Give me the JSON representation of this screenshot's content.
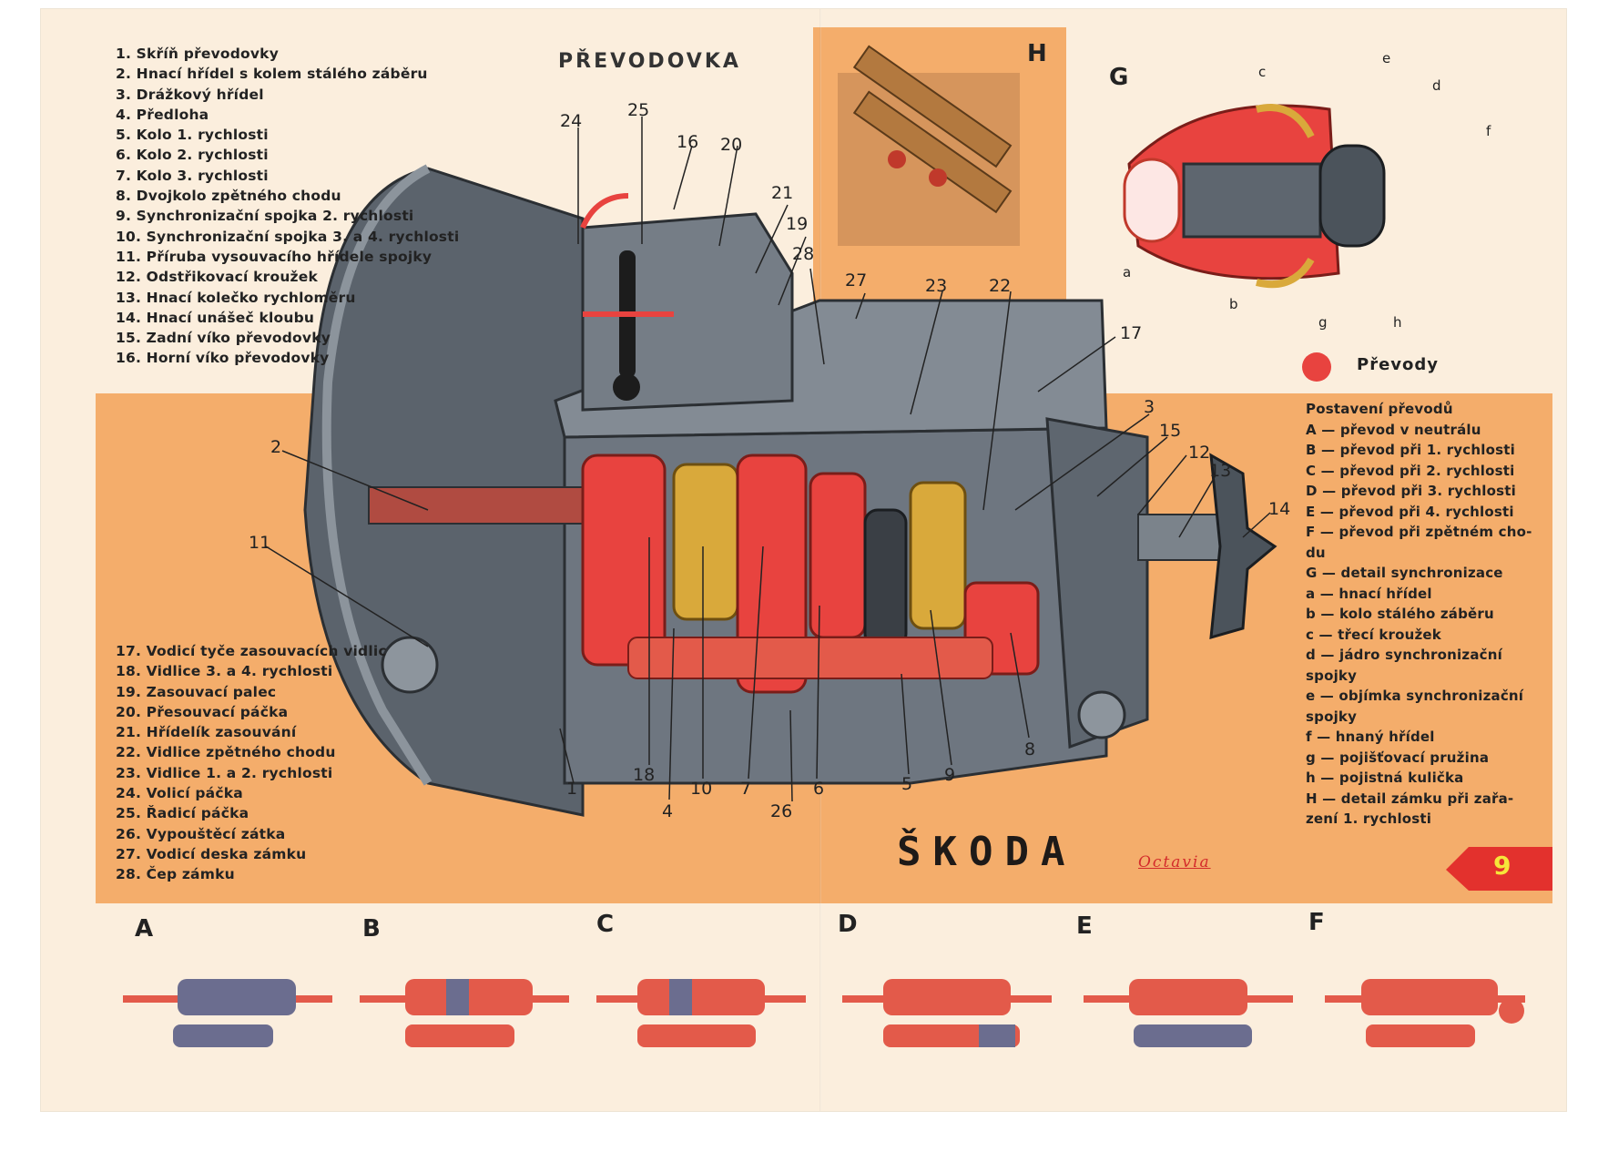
{
  "title": "PŘEVODOVKA",
  "legend_parts_1": [
    "1. Skříň převodovky",
    "2. Hnací hřídel s kolem stálého záběru",
    "3. Drážkový hřídel",
    "4. Předloha",
    "5. Kolo 1. rychlosti",
    "6. Kolo 2. rychlosti",
    "7. Kolo 3. rychlosti",
    "8. Dvojkolo zpětného chodu",
    "9. Synchronizační spojka 2. rychlosti",
    "10. Synchronizační spojka 3. a 4. rychlosti",
    "11. Příruba vysouvacího hřídele spojky",
    "12. Odstřikovací kroužek",
    "13. Hnací kolečko rychloměru",
    "14. Hnací unášeč kloubu",
    "15. Zadní víko převodovky",
    "16. Horní víko převodovky"
  ],
  "legend_parts_2": [
    "17. Vodicí tyče zasouvacích vidlic",
    "18. Vidlice 3. a 4. rychlosti",
    "19. Zasouvací palec",
    "20. Přesouvací páčka",
    "21. Hřídelík zasouvání",
    "22. Vidlice zpětného chodu",
    "23. Vidlice 1. a 2. rychlosti",
    "24. Volicí páčka",
    "25. Řadicí páčka",
    "26. Vypouštěcí zátka",
    "27. Vodicí deska zámku",
    "28. Čep zámku"
  ],
  "legend_positions": [
    "Postavení převodů",
    "A — převod v neutrálu",
    "B — převod při 1. rychlosti",
    "C — převod při 2. rychlosti",
    "D — převod při 3. rychlosti",
    "E — převod při 4. rychlosti",
    "F — převod při zpětném cho-",
    "du",
    "G — detail synchronizace",
    "a — hnací hřídel",
    "b — kolo stálého záběru",
    "c — třecí kroužek",
    "d — jádro synchronizační",
    "spojky",
    "e — objímka synchronizační",
    "spojky",
    "f — hnaný hřídel",
    "g — pojišťovací pružina",
    "h — pojistná kulička",
    "H — detail zámku při zařa-",
    "zení 1. rychlosti"
  ],
  "detail_labels": {
    "h": "H",
    "g": "G"
  },
  "g_letters": [
    "a",
    "b",
    "c",
    "d",
    "e",
    "f",
    "g",
    "h"
  ],
  "gear_legend": "Převody",
  "brand": "ŠKODA",
  "brand_script": "Octavia",
  "page_number": "9",
  "callouts": [
    "1",
    "2",
    "3",
    "4",
    "5",
    "6",
    "7",
    "8",
    "9",
    "10",
    "11",
    "12",
    "13",
    "14",
    "15",
    "16",
    "17",
    "18",
    "19",
    "20",
    "21",
    "22",
    "23",
    "24",
    "25",
    "26",
    "27",
    "28"
  ],
  "shift_positions": [
    "A",
    "B",
    "C",
    "D",
    "E",
    "F"
  ],
  "colors": {
    "paper": "#fbeedd",
    "orange_panel": "#f4ad6b",
    "gear_red": "#e8433f",
    "casing_grey": "#6e7680",
    "page_badge_red": "#e3312d",
    "page_number_yellow": "#f6e63a"
  }
}
